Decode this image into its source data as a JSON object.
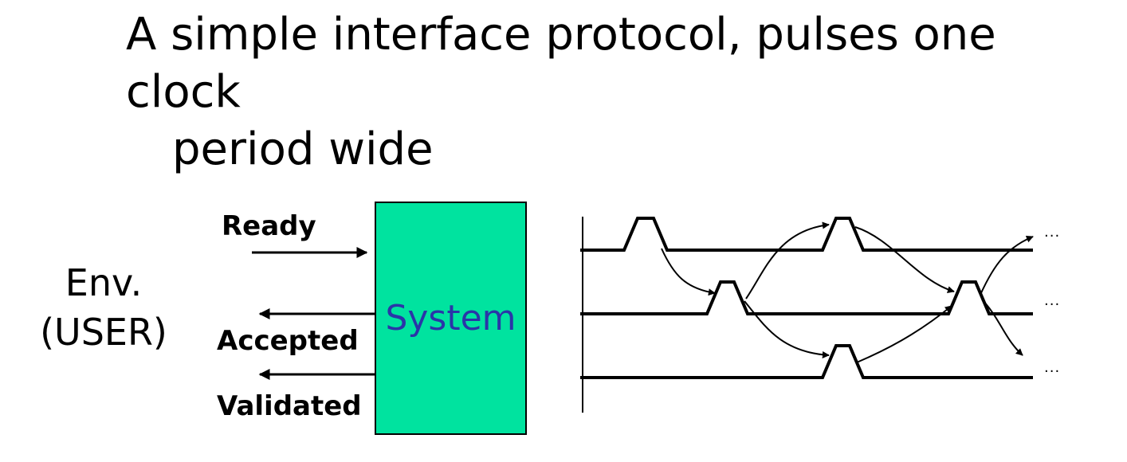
{
  "title": {
    "line1": "A simple interface protocol, pulses one clock",
    "line2": "period wide"
  },
  "environment": {
    "line1": "Env.",
    "line2": "(USER)"
  },
  "system": {
    "label": "System",
    "fill_color": "#00e39f",
    "text_color": "#2a35a8"
  },
  "signals": {
    "ready": "Ready",
    "accepted": "Accepted",
    "validated": "Validated"
  },
  "timing": {
    "continuation_ready": "...",
    "continuation_accepted": "...",
    "continuation_validated": "..."
  }
}
